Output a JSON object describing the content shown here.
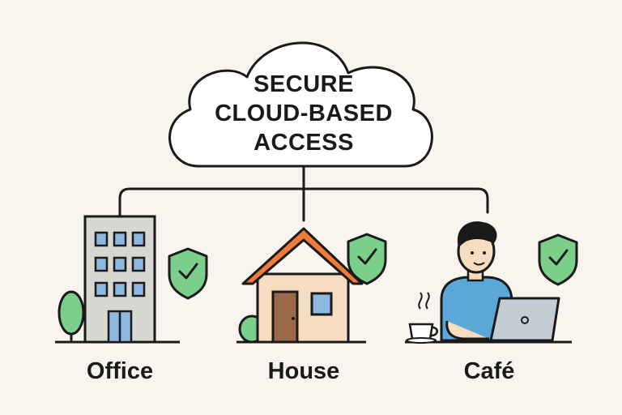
{
  "cloud": {
    "title_lines": [
      "SECURE",
      "CLOUD-BASED",
      "ACCESS"
    ]
  },
  "locations": [
    {
      "label": "Office",
      "icon": "office-building-icon",
      "secured": true
    },
    {
      "label": "House",
      "icon": "house-icon",
      "secured": true
    },
    {
      "label": "Café",
      "icon": "person-laptop-icon",
      "secured": true
    }
  ],
  "colors": {
    "background": "#f8f5ef",
    "outline": "#1a1a1a",
    "shield": "#7ccf8a",
    "roof": "#f07a3a",
    "house_wall": "#f6dcc0",
    "door": "#9a6a4a",
    "building": "#d7d7d2",
    "window": "#8fb8e0",
    "person_shirt": "#5aa7d8",
    "tree": "#7ccf8a"
  }
}
